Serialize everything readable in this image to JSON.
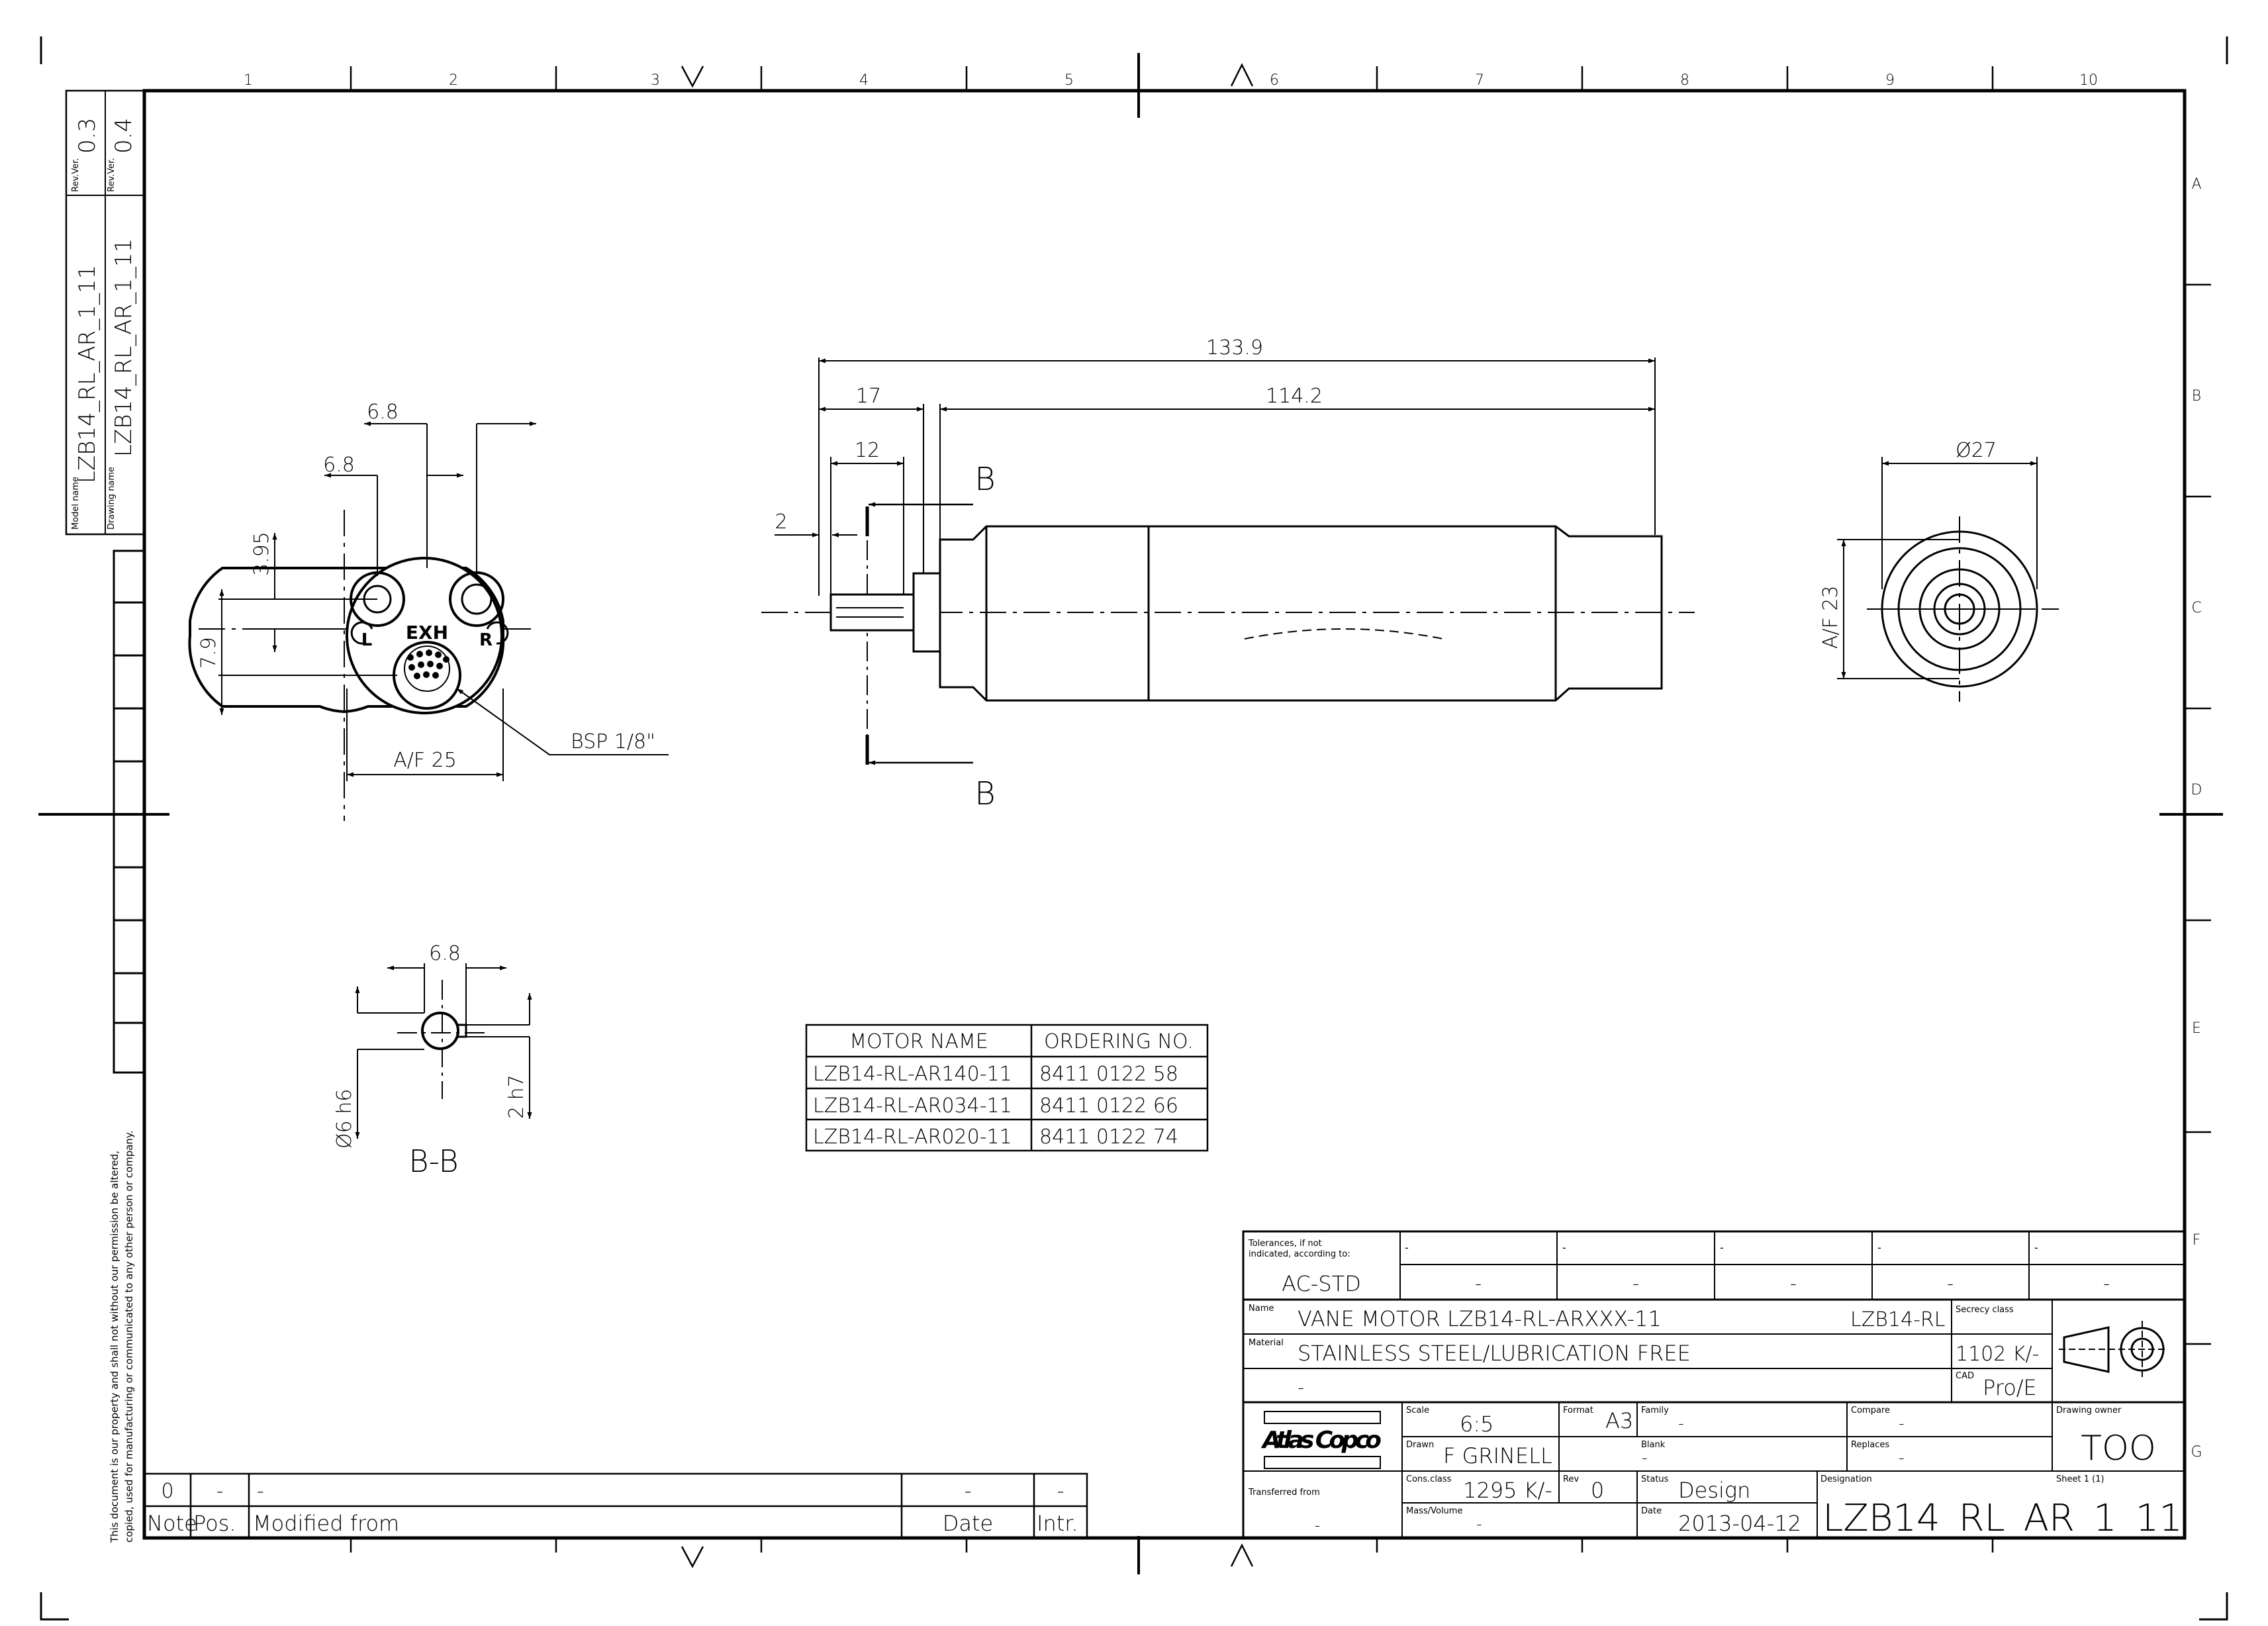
{
  "frame": {
    "columns": [
      "1",
      "2",
      "3",
      "4",
      "5",
      "6",
      "7",
      "8",
      "9",
      "10"
    ],
    "rows": [
      "A",
      "B",
      "C",
      "D",
      "E",
      "F",
      "G"
    ]
  },
  "model_box": {
    "model_label": "Model name",
    "model_name": "LZB14_RL_AR_1_11",
    "drawing_label": "Drawing name",
    "drawing_name": "LZB14_RL_AR_1_11",
    "rev_label": "Rev.Ver.",
    "model_rev": "0.3",
    "drawing_rev": "0.4"
  },
  "end_view": {
    "dims": {
      "top_68": "6.8",
      "second_68": "6.8",
      "d395": "3.95",
      "d79": "7.9",
      "af25": "A/F 25"
    },
    "labels": {
      "exh": "EXH",
      "l": "L",
      "r": "R",
      "bsp": "BSP 1/8\""
    }
  },
  "side_view": {
    "dims": {
      "overall": "133.9",
      "body": "114.2",
      "d17": "17",
      "d12": "12",
      "d2": "2"
    },
    "section_label_top": "B",
    "section_label_bottom": "B"
  },
  "right_view": {
    "dims": {
      "dia": "Ø27",
      "af23": "A/F 23"
    }
  },
  "section_bb": {
    "dims": {
      "d68": "6.8",
      "d6h6": "Ø6 h6",
      "d2h7": "2 h7"
    },
    "label": "B-B"
  },
  "motor_table": {
    "headers": [
      "MOTOR NAME",
      "ORDERING NO."
    ],
    "rows": [
      [
        "LZB14-RL-AR140-11",
        "8411 0122 58"
      ],
      [
        "LZB14-RL-AR034-11",
        "8411 0122 66"
      ],
      [
        "LZB14-RL-AR020-11",
        "8411 0122 74"
      ]
    ]
  },
  "revision_block": {
    "row": {
      "note": "0",
      "pos": "-",
      "modified": "-",
      "date": "-",
      "intr": "-"
    },
    "headers": {
      "note": "Note",
      "pos": "Pos.",
      "modified": "Modified from",
      "date": "Date",
      "intr": "Intr."
    }
  },
  "copyright": {
    "line1": "This document is our property and shall not without our permission be altered,",
    "line2": "copied, used for manufacturing or communicated to any other person or company."
  },
  "title_block": {
    "tolerances_label_1": "Tolerances, if not",
    "tolerances_label_2": "indicated, according to:",
    "tolerances_value": "AC-STD",
    "tol_cells_top": [
      "-",
      "-",
      "-",
      "-",
      "-"
    ],
    "tol_cells_bottom": [
      "-",
      "-",
      "-",
      "-",
      "-"
    ],
    "name_label": "Name",
    "name": "VANE MOTOR LZB14-RL-ARXXX-11",
    "name_code": "LZB14-RL",
    "secrecy_label": "Secrecy class",
    "secrecy": "1102 K/-",
    "material_label": "Material",
    "material": "STAINLESS STEEL/LUBRICATION FREE",
    "material_extra": "-",
    "cad_label": "CAD",
    "cad": "Pro/E",
    "logo_text": "Atlas Copco",
    "scale_label": "Scale",
    "scale": "6:5",
    "format_label": "Format",
    "format": "A3",
    "family_label": "Family",
    "family": "-",
    "compare_label": "Compare",
    "compare": "-",
    "owner_label": "Drawing owner",
    "owner": "TOO",
    "drawn_label": "Drawn",
    "drawn": "F GRINELL",
    "blank_label": "Blank",
    "blank": "-",
    "replaces_label": "Replaces",
    "replaces": "-",
    "transferred_label": "Transferred from",
    "transferred": "-",
    "cons_label": "Cons.class",
    "cons": "1295 K/-",
    "rev_label": "Rev",
    "rev": "0",
    "status_label": "Status",
    "status": "Design",
    "designation_label": "Designation",
    "sheet_label": "Sheet 1 (1)",
    "mass_label": "Mass/Volume",
    "mass": "-",
    "date_label": "Date",
    "date": "2013-04-12",
    "designation": "LZB14_RL_AR_1_11"
  }
}
